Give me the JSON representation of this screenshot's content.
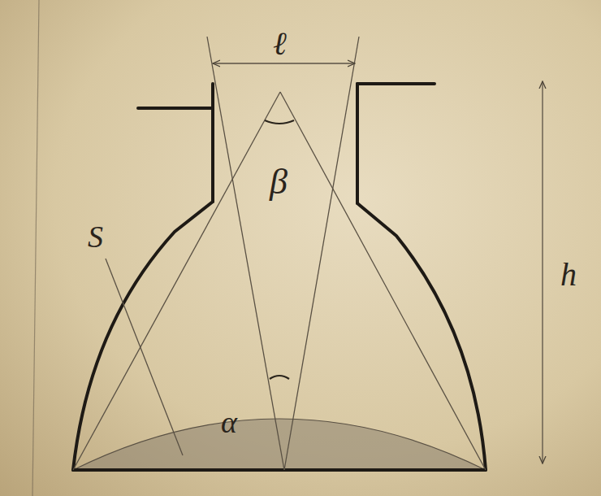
{
  "diagram": {
    "labels": [
      "ℓ",
      "β",
      "S",
      "α",
      "h"
    ]
  }
}
